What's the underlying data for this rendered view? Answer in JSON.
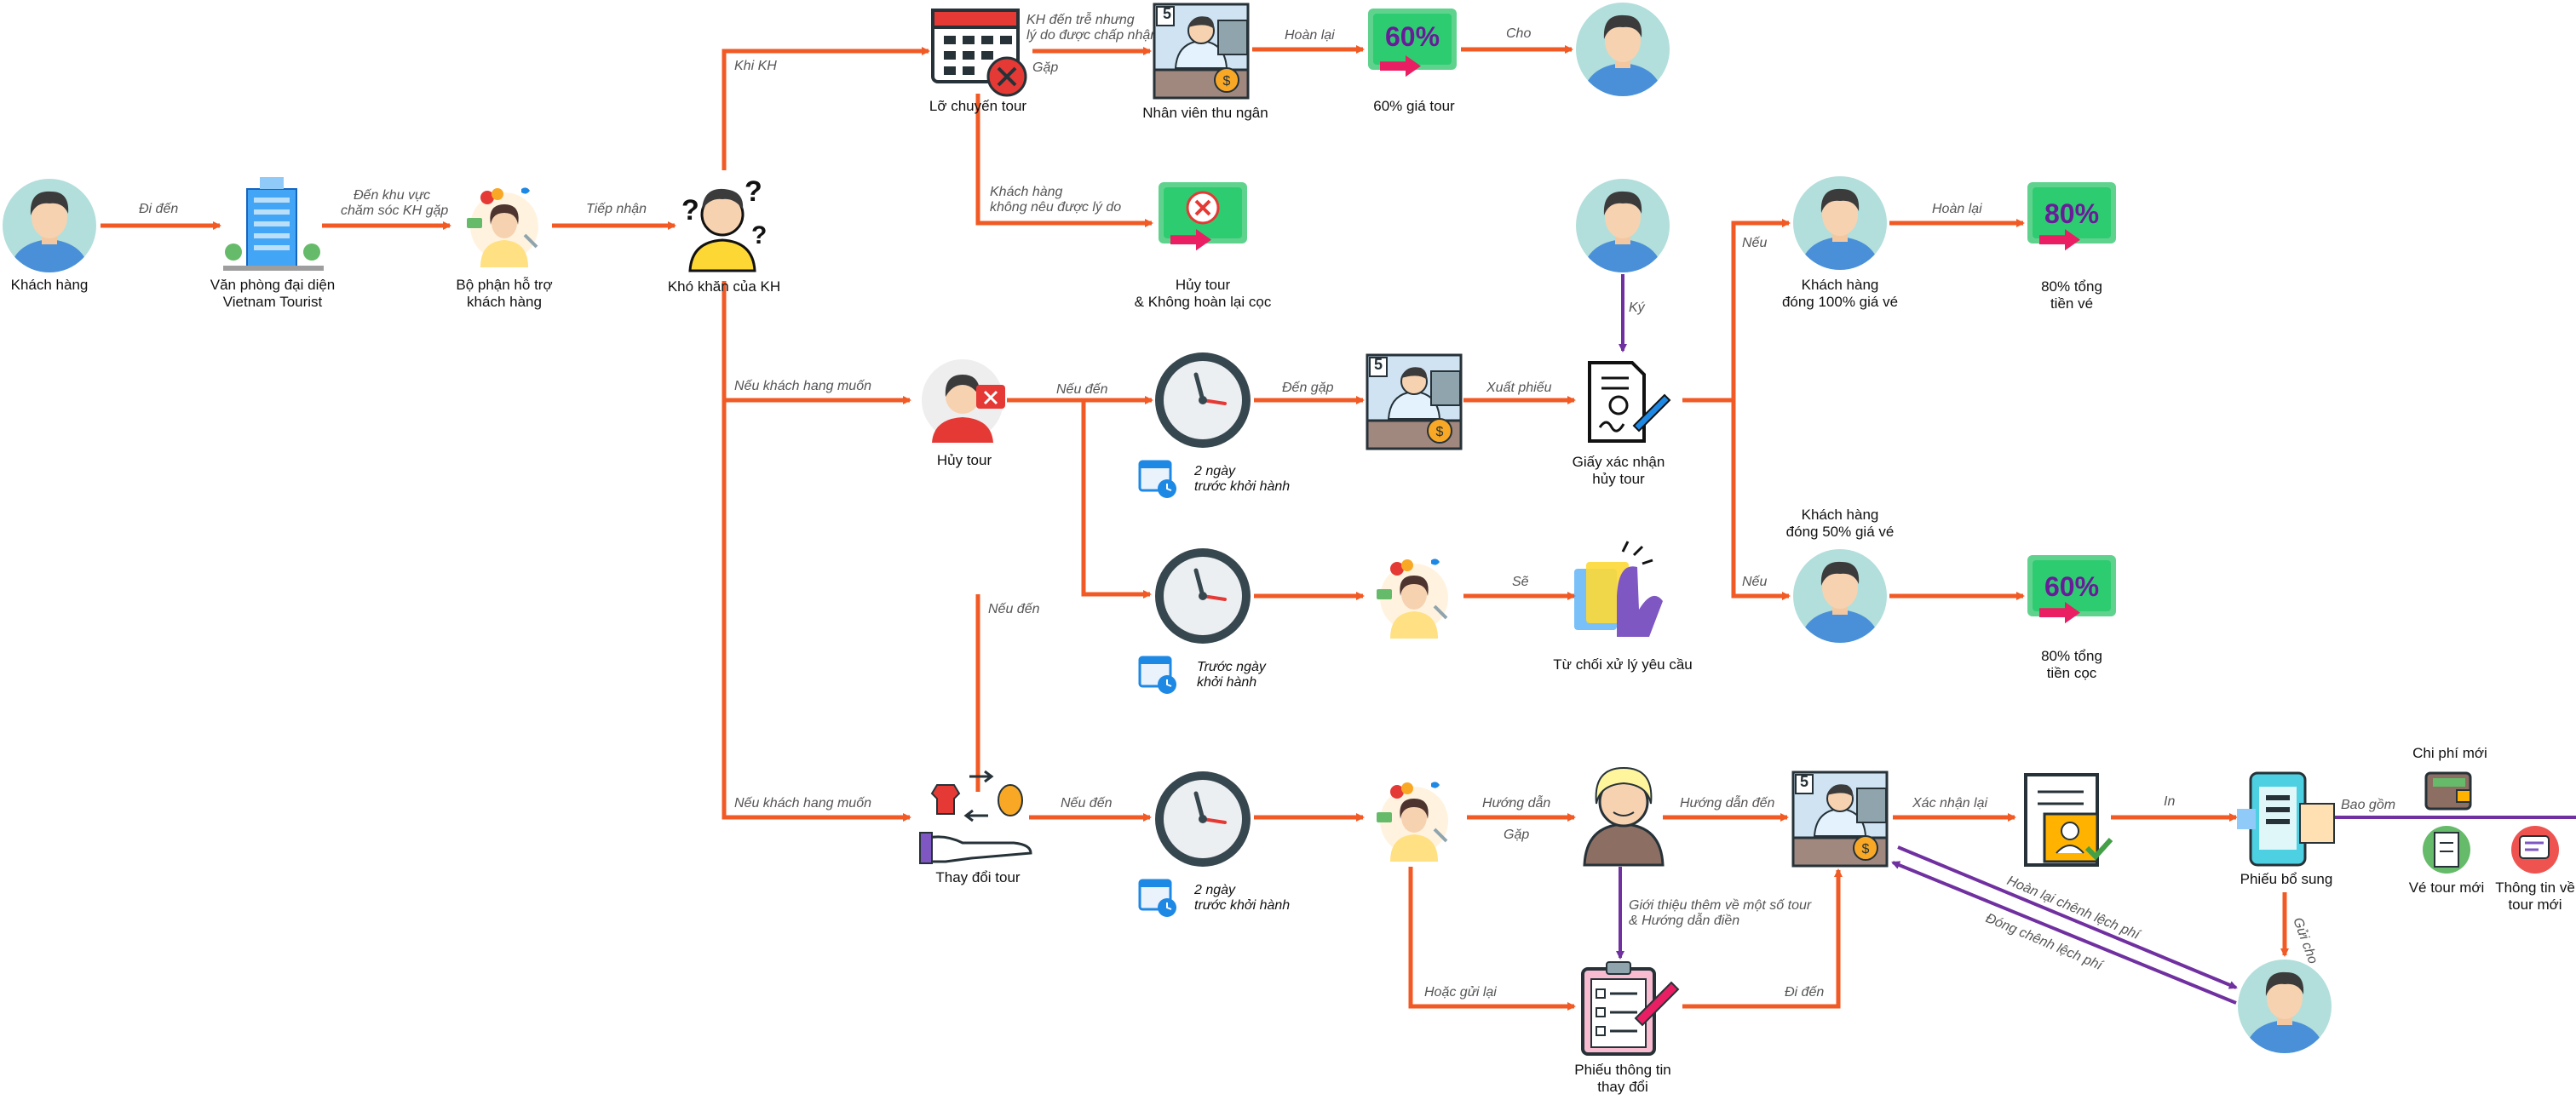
{
  "nodes": {
    "customer_start": "Khách hàng",
    "office": [
      "Văn phòng đại diện",
      "Vietnam Tourist"
    ],
    "support": [
      "Bộ phận hỗ trợ",
      "khách hàng"
    ],
    "difficulty": "Khó khăn của KH",
    "missed_tour": "Lỡ chuyến tour",
    "cashier": "Nhân viên thu ngân",
    "refund60": "60% giá tour",
    "cancel_no_refund": [
      "Hủy tour",
      "& Không hoàn lại cọc"
    ],
    "cancel_tour": "Hủy tour",
    "two_days_1": [
      "2 ngày",
      "trước khởi hành"
    ],
    "confirm_cancel": [
      "Giấy xác nhận",
      "hủy tour"
    ],
    "cust_100": [
      "Khách hàng",
      "đóng 100% giá vé"
    ],
    "refund80_total": [
      "80% tổng",
      "tiền vé"
    ],
    "cust_50": [
      "Khách hàng",
      "đóng 50% giá vé"
    ],
    "refund80_deposit": [
      "80% tổng",
      "tiền cọc"
    ],
    "before_day": [
      "Trước ngày",
      "khởi hành"
    ],
    "reject": "Từ chối xử lý yêu cầu",
    "change_tour": "Thay đổi tour",
    "two_days_2": [
      "2 ngày",
      "trước khởi hành"
    ],
    "change_info": [
      "Phiếu thông tin",
      "thay đổi"
    ],
    "supplement": "Phiếu bổ sung",
    "new_cost": "Chi phí mới",
    "new_ticket": "Vé tour mới",
    "new_info": [
      "Thông tin về",
      "tour mới"
    ]
  },
  "badges": {
    "pct60": "60%",
    "pct80": "80%",
    "cashier_num": "5"
  },
  "edges": {
    "di_den": "Đi đến",
    "den_khu_vuc": [
      "Đến khu vực",
      "chăm sóc KH gặp"
    ],
    "tiep_nhan": "Tiếp nhận",
    "khi_kh": "Khi KH",
    "late": [
      "KH đến trễ nhưng",
      "lý do được chấp nhận"
    ],
    "gap": "Gặp",
    "hoan_lai": "Hoàn lại",
    "cho": "Cho",
    "no_reason": [
      "Khách hàng",
      "không nêu được lý do"
    ],
    "ky": "Ký",
    "neu": "Nếu",
    "neu_kh_muon": "Nếu khách hang muốn",
    "neu_den": "Nếu đến",
    "den_gap": "Đến gặp",
    "xuat_phieu": "Xuất phiếu",
    "se": "Sẽ",
    "huong_dan": "Hướng dẫn",
    "huong_dan_den": "Hướng dẫn đến",
    "xac_nhan_lai": "Xác nhận lại",
    "in": "In",
    "bao_gom": "Bao gồm",
    "gioi_thieu": [
      "Giới thiệu thêm về một số tour",
      "& Hướng dẫn điền"
    ],
    "hoac_gui_lai": "Hoặc gửi lại",
    "gui_cho": "Gửi cho",
    "hoan_lai_chenh_lech": "Hoàn lại chênh lệch phí",
    "dong_chenh_lech": "Đóng chênh lệch phí"
  },
  "colors": {
    "flow": "#f15a24",
    "secondary_flow": "#7030a0",
    "money": "#2ecc71",
    "avatar_bg": "#b2dfdb",
    "shirt": "#4a90d9"
  }
}
